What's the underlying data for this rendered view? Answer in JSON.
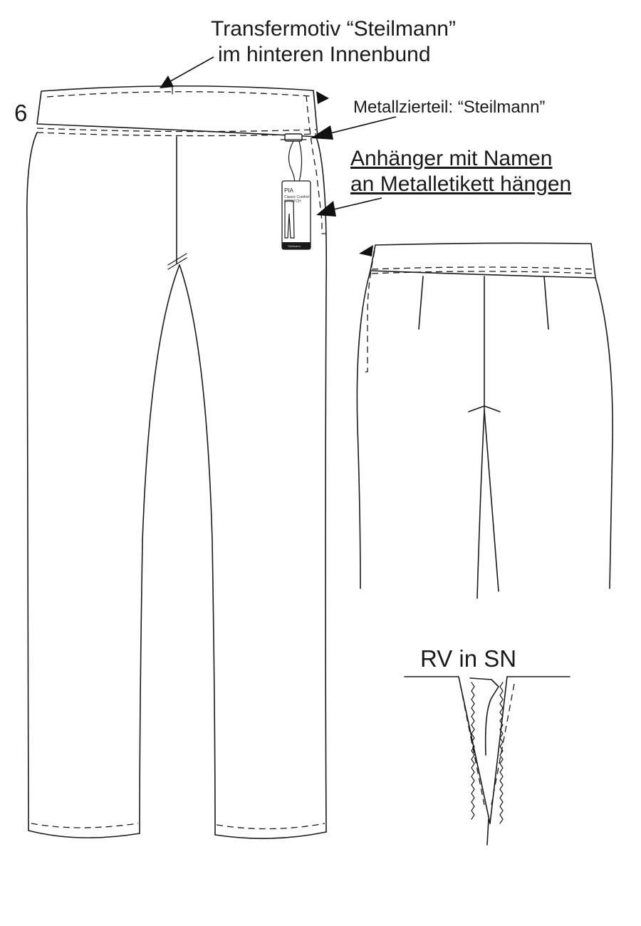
{
  "page_number": "6",
  "annotations": {
    "transfer_motif": {
      "line1": "Transfermotiv “Steilmann”",
      "line2": "im hinteren Innenbund"
    },
    "metal_trim": "Metallzierteil: “Steilmann”",
    "hangtag_note": {
      "line1": "Anhänger mit Namen",
      "line2": "an Metalletikett hängen"
    },
    "zipper_detail": "RV in SN"
  },
  "hangtag": {
    "brand": "PIA",
    "lines": [
      "Classic Comfort",
      "STRETCH"
    ],
    "footer": "Steilmann"
  },
  "views": [
    "front-view",
    "back-view",
    "zipper-detail"
  ]
}
